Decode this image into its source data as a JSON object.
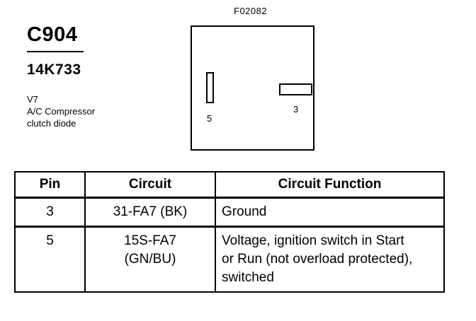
{
  "figure_id": "F02082",
  "connector": {
    "id": "C904",
    "part_number": "14K733",
    "description": [
      "V7",
      "A/C Compressor",
      "clutch diode"
    ]
  },
  "pin_labels": {
    "pin5": "5",
    "pin3": "3"
  },
  "table": {
    "headers": {
      "pin": "Pin",
      "circuit": "Circuit",
      "function": "Circuit Function"
    },
    "rows": [
      {
        "pin": "3",
        "circuit": [
          "31-FA7 (BK)"
        ],
        "function": [
          "Ground"
        ]
      },
      {
        "pin": "5",
        "circuit": [
          "15S-FA7",
          "(GN/BU)"
        ],
        "function": [
          "Voltage, ignition switch in Start",
          "or Run (not overload protected),",
          "switched"
        ]
      }
    ]
  }
}
